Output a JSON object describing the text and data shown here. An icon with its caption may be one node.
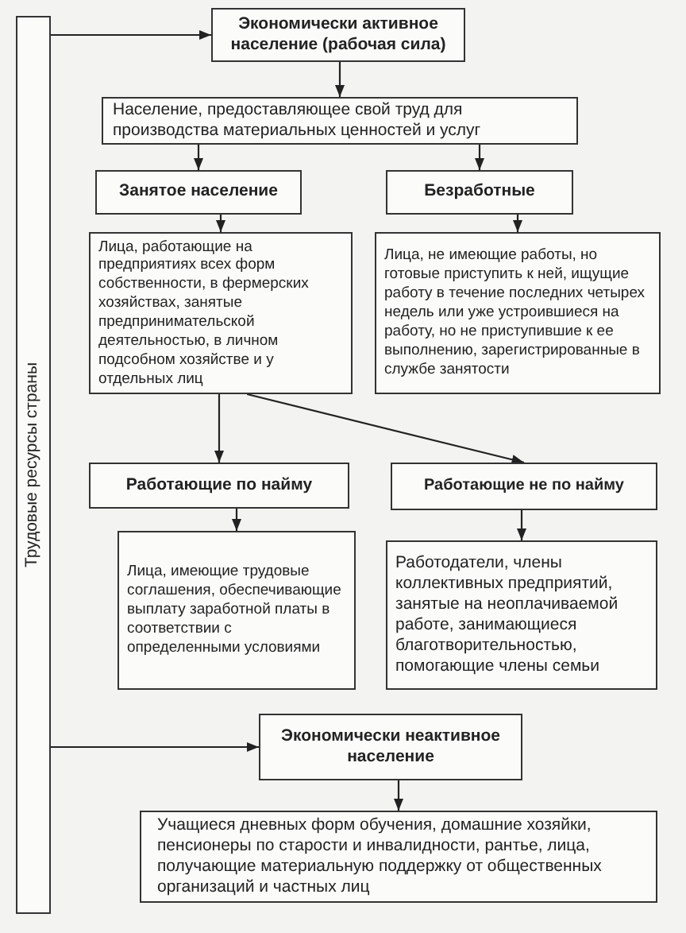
{
  "diagram": {
    "nodes": [
      {
        "text": [
          "Трудовые ресурсы страны"
        ]
      },
      {
        "text": [
          "Экономически активное население (рабочая сила)"
        ]
      },
      {
        "text": [
          "Население, предоставляющее свой труд для производства материальных ценностей и услуг"
        ]
      },
      {
        "text": [
          "Занятое население"
        ]
      },
      {
        "text": [
          "Безработные"
        ]
      },
      {
        "text": [
          "Лица, работающие на предприятиях всех форм собственности, в фермерских хозяйствах, занятые предпринимательской деятельностью, в личном подсобном хозяйстве и у отдельных лиц"
        ]
      },
      {
        "text": [
          "Лица, не имеющие работы, но готовые приступить к ней, ищущие работу в течение последних четырех недель или уже устроившиеся на работу, но не приступившие к ее выполнению, зарегистрированные в службе занятости"
        ]
      },
      {
        "text": [
          "Работающие по найму"
        ]
      },
      {
        "text": [
          "Работающие не по найму"
        ]
      },
      {
        "text": [
          "Лица, имеющие трудовые соглашения, обеспечивающие выплату заработной платы в соответствии с определенными условиями"
        ]
      },
      {
        "text": [
          "Работодатели, члены коллективных предприятий, занятые на неоплачиваемой работе, занимающиеся благотворительностью, помогающие члены семьи"
        ]
      },
      {
        "text": [
          "Экономически неактивное население"
        ]
      },
      {
        "text": [
          "Учащиеся дневных форм обучения, домашние хозяйки, пенсионеры по старости и инвалидности, рантье, лица, получающие материальную поддержку от общественных организаций и частных лиц"
        ]
      }
    ],
    "edges": [
      {
        "from": 0,
        "to": 1,
        "arrow": "to"
      },
      {
        "from": 1,
        "to": 2,
        "arrow": "to"
      },
      {
        "from": 2,
        "to": 3,
        "arrow": "to"
      },
      {
        "from": 2,
        "to": 4,
        "arrow": "to"
      },
      {
        "from": 3,
        "to": 5,
        "arrow": "to"
      },
      {
        "from": 4,
        "to": 6,
        "arrow": "to"
      },
      {
        "from": 5,
        "to": 7,
        "arrow": "to"
      },
      {
        "from": 5,
        "to": 8,
        "arrow": "to"
      },
      {
        "from": 7,
        "to": 9,
        "arrow": "to"
      },
      {
        "from": 8,
        "to": 10,
        "arrow": "to"
      },
      {
        "from": 0,
        "to": 11,
        "arrow": "to"
      },
      {
        "from": 11,
        "to": 12,
        "arrow": "to"
      }
    ]
  }
}
